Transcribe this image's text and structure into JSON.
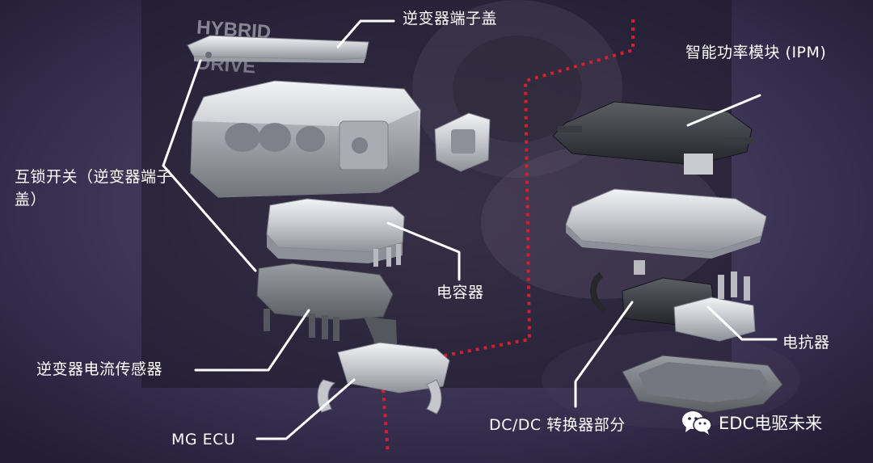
{
  "labels": {
    "inverter_cover": "逆变器端子盖",
    "ipm": "智能功率模块 (IPM)",
    "interlock": "互锁开关（逆变器端子盖）",
    "capacitor": "电容器",
    "current_sensor": "逆变器电流传感器",
    "reactor": "电抗器",
    "dcdc": "DC/DC 转换器部分",
    "mg_ecu": "MG ECU"
  },
  "background_text": {
    "line1": "HYBRID",
    "line2": "DRIVE"
  },
  "watermark": {
    "text": "EDC电驱未来",
    "icon": "wechat-icon"
  },
  "colors": {
    "background": "#2a2440",
    "leader_line": "#ffffff",
    "divider": "#d4202a",
    "part_metal": "#c9cbd0"
  }
}
